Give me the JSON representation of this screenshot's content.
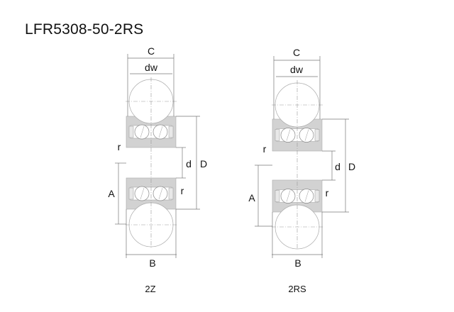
{
  "title": "LFR5308-50-2RS",
  "colors": {
    "ring_fill": "#d2d2d2",
    "line": "#777777",
    "text": "#111111"
  },
  "bearings": [
    {
      "variant": "2Z",
      "labels": {
        "C": "C",
        "dw": "dw",
        "r_top": "r",
        "r_bottom": "r",
        "d": "d",
        "D": "D",
        "A": "A",
        "B": "B"
      }
    },
    {
      "variant": "2RS",
      "labels": {
        "C": "C",
        "dw": "dw",
        "r_top": "r",
        "r_bottom": "r",
        "d": "d",
        "D": "D",
        "A": "A",
        "B": "B"
      }
    }
  ]
}
